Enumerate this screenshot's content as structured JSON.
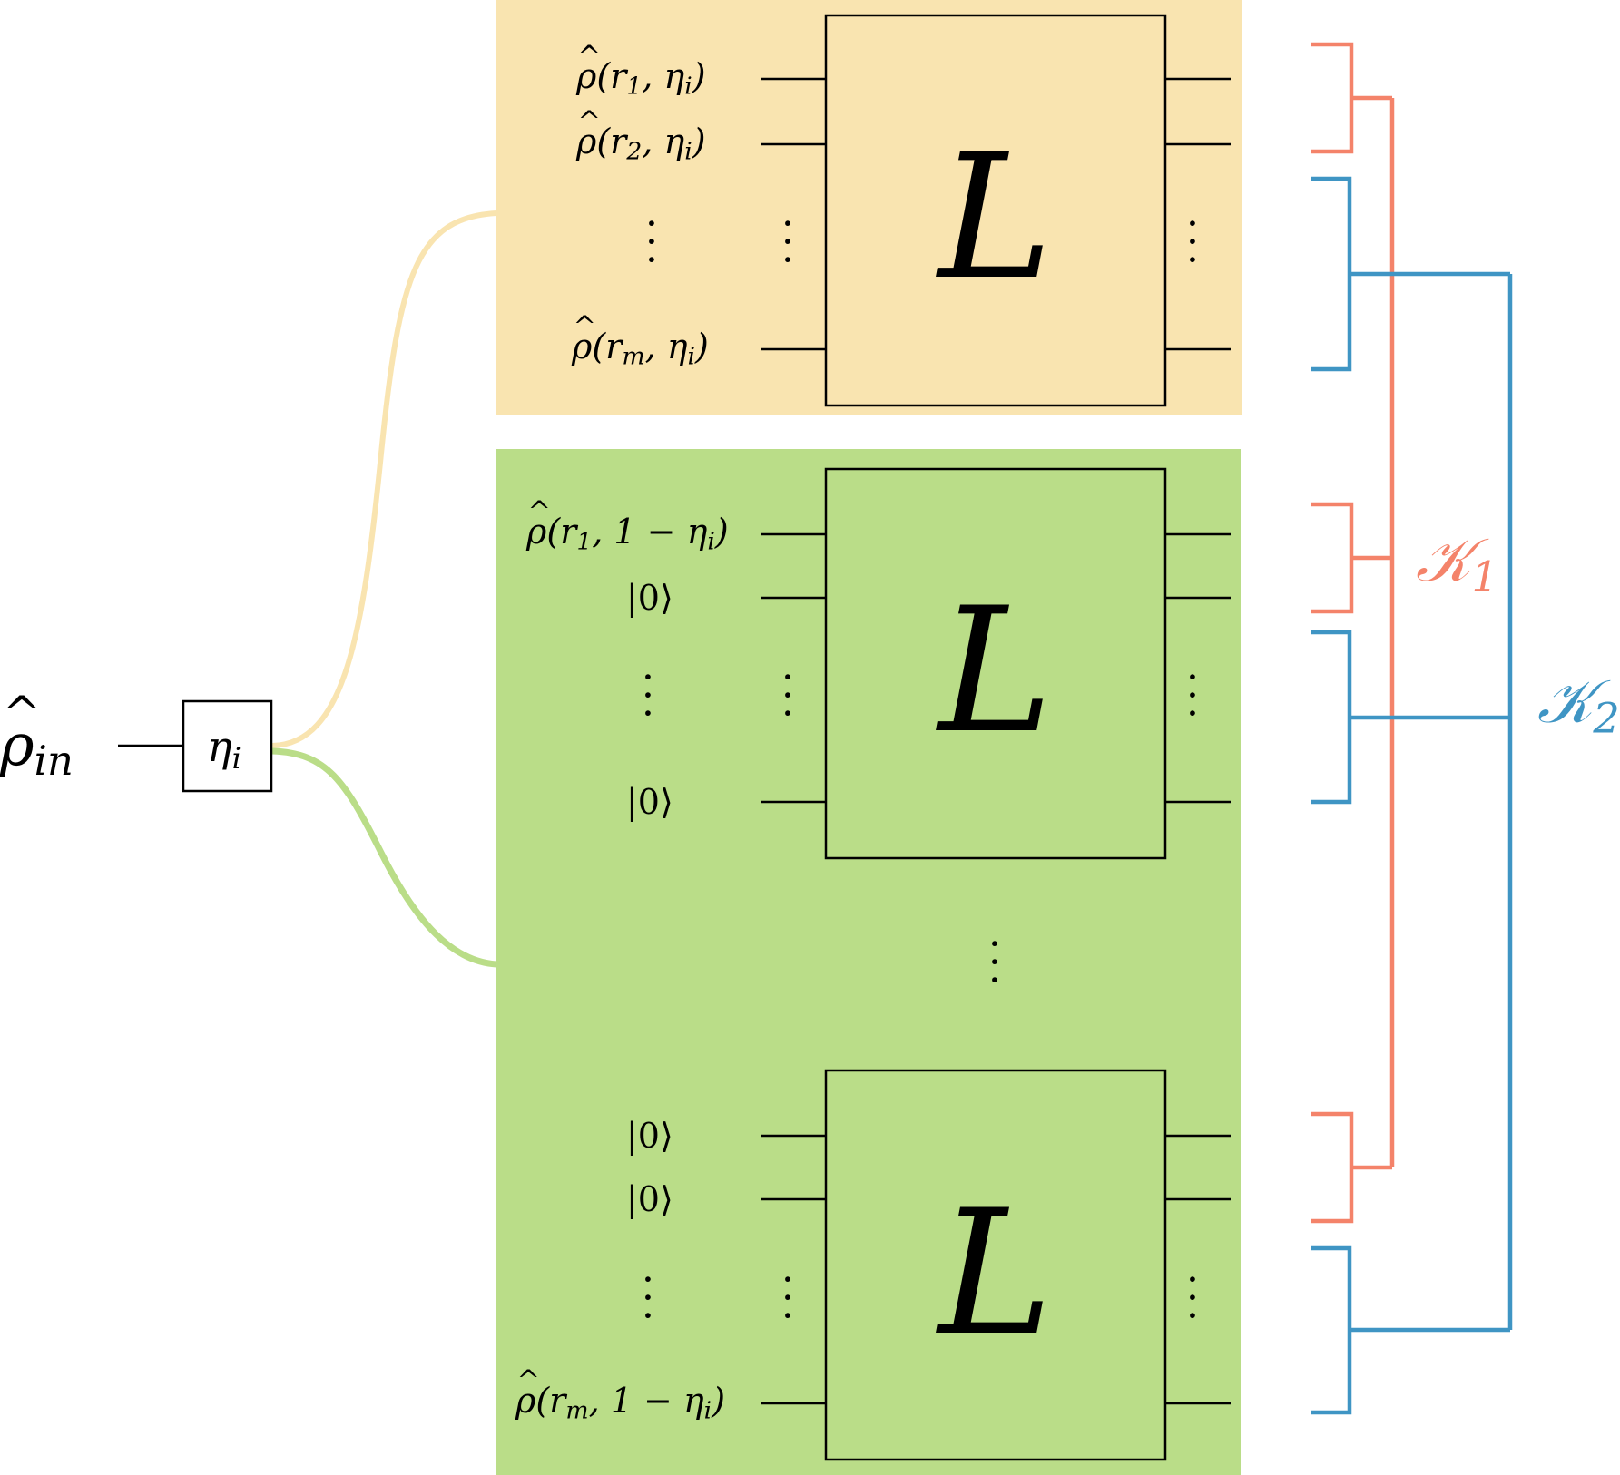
{
  "input": {
    "rho_hat": "ρ",
    "rho_sub": "in"
  },
  "splitter": {
    "label": "η",
    "label_sub": "i"
  },
  "yellow_block": {
    "box_label": "L",
    "ports": [
      {
        "rho": "ρ",
        "open": "(r",
        "r_sub": "1",
        "rest": ", η",
        "eta_sub": "i",
        "close": ")"
      },
      {
        "rho": "ρ",
        "open": "(r",
        "r_sub": "2",
        "rest": ", η",
        "eta_sub": "i",
        "close": ")"
      },
      {
        "rho": "ρ",
        "open": "(r",
        "r_sub": "m",
        "rest": ", η",
        "eta_sub": "i",
        "close": ")"
      }
    ]
  },
  "green_block_top": {
    "box_label": "L",
    "port_first": {
      "rho": "ρ",
      "open": "(r",
      "r_sub": "1",
      "rest": ", 1 − η",
      "eta_sub": "i",
      "close": ")"
    },
    "ket_a": "|0⟩",
    "ket_b": "|0⟩"
  },
  "green_block_bottom": {
    "box_label": "L",
    "ket_a": "|0⟩",
    "ket_b": "|0⟩",
    "port_last": {
      "rho": "ρ",
      "open": "(r",
      "r_sub": "m",
      "rest": ", 1 − η",
      "eta_sub": "i",
      "close": ")"
    }
  },
  "kernels": {
    "k1": {
      "symbol": "𝒦",
      "sub": "1"
    },
    "k2": {
      "symbol": "𝒦",
      "sub": "2"
    }
  },
  "colors": {
    "yellow_region": "#f9e4b0",
    "green_region": "#badd88",
    "k1_color": "#f4836a",
    "k2_color": "#3f95c4",
    "line": "#000000"
  }
}
